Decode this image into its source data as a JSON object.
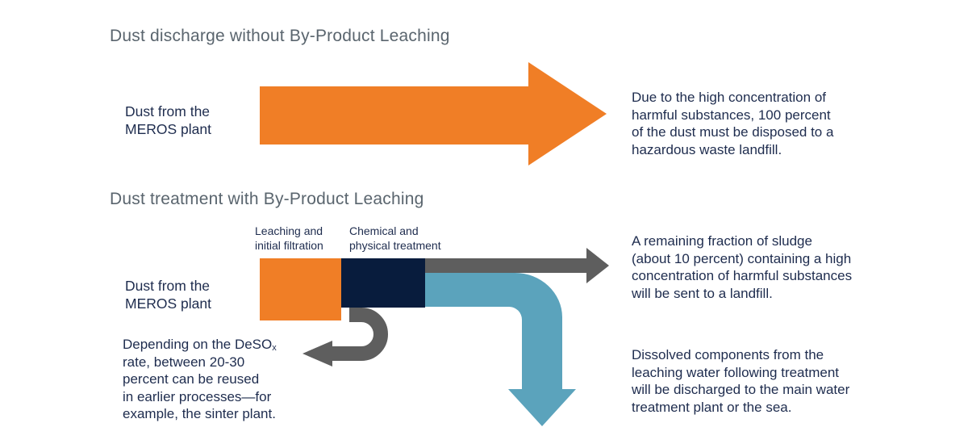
{
  "colors": {
    "orange": "#F07E26",
    "navy": "#081C3D",
    "steel_blue": "#5BA3BC",
    "gray": "#5E5E5E",
    "title_gray": "#5A656E",
    "text_navy": "#1E2C4E"
  },
  "section1": {
    "title": "Dust discharge without By-Product Leaching",
    "source_label": "Dust from the\nMEROS plant",
    "result_text": "Due to the high concentration of\nharmful substances, 100 percent\nof the dust must be disposed to a\nhazardous waste landfill."
  },
  "section2": {
    "title": "Dust treatment with By-Product Leaching",
    "stage1_label": "Leaching and\ninitial filtration",
    "stage2_label": "Chemical and\nphysical treatment",
    "source_label": "Dust from the\nMEROS plant",
    "sludge_text": "A remaining fraction of sludge\n(about 10 percent) containing a high\nconcentration of harmful substances\nwill be sent to a landfill.",
    "water_text": "Dissolved components from the\nleaching water following treatment\nwill be discharged to the main water\ntreatment plant or the sea.",
    "reuse_prefix": "Depending on the DeSO",
    "reuse_sub": "x",
    "reuse_suffix": "\nrate, between 20-30\npercent can be reused\nin earlier processes—for\nexample, the sinter plant."
  }
}
